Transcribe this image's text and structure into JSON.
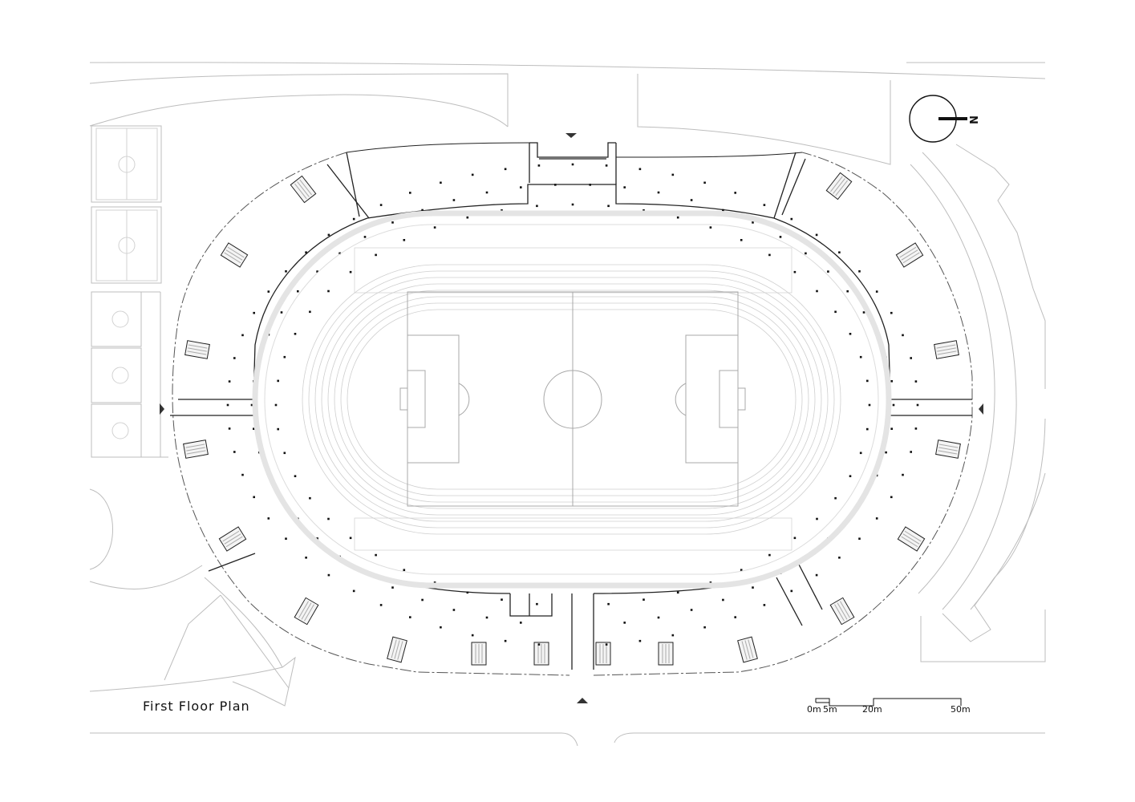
{
  "drawing": {
    "title": "First Floor Plan",
    "north_label": "N",
    "scale_labels": [
      "0m",
      "5m",
      "20m",
      "50m"
    ]
  },
  "colors": {
    "ink": "#111111",
    "light_line": "#b9b9b9",
    "track": "#e6e6e6",
    "background": "#ffffff"
  }
}
